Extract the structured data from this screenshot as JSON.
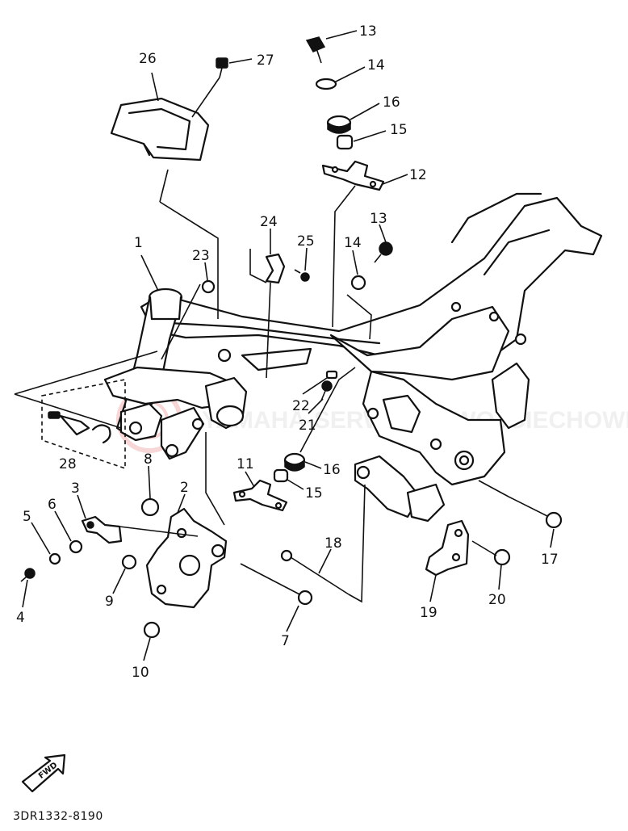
{
  "parts": [
    {
      "id": "1",
      "label": "1"
    },
    {
      "id": "2",
      "label": "2"
    },
    {
      "id": "3",
      "label": "3"
    },
    {
      "id": "4",
      "label": "4"
    },
    {
      "id": "5",
      "label": "5"
    },
    {
      "id": "6",
      "label": "6"
    },
    {
      "id": "7",
      "label": "7"
    },
    {
      "id": "8",
      "label": "8"
    },
    {
      "id": "9",
      "label": "9"
    },
    {
      "id": "10",
      "label": "10"
    },
    {
      "id": "11",
      "label": "11"
    },
    {
      "id": "12",
      "label": "12"
    },
    {
      "id": "13a",
      "label": "13"
    },
    {
      "id": "13b",
      "label": "13"
    },
    {
      "id": "14a",
      "label": "14"
    },
    {
      "id": "14b",
      "label": "14"
    },
    {
      "id": "15a",
      "label": "15"
    },
    {
      "id": "15b",
      "label": "15"
    },
    {
      "id": "16a",
      "label": "16"
    },
    {
      "id": "16b",
      "label": "16"
    },
    {
      "id": "17",
      "label": "17"
    },
    {
      "id": "18",
      "label": "18"
    },
    {
      "id": "19",
      "label": "19"
    },
    {
      "id": "20",
      "label": "20"
    },
    {
      "id": "21",
      "label": "21"
    },
    {
      "id": "22",
      "label": "22"
    },
    {
      "id": "23",
      "label": "23"
    },
    {
      "id": "24",
      "label": "24"
    },
    {
      "id": "25",
      "label": "25"
    },
    {
      "id": "26",
      "label": "26"
    },
    {
      "id": "27",
      "label": "27"
    },
    {
      "id": "28",
      "label": "28"
    }
  ],
  "fwd_label": "FWD",
  "diagram_code": "3DR1332-8190",
  "watermark": "YAMAHA-SERWIS.PL WOJCIECHOWICZ"
}
